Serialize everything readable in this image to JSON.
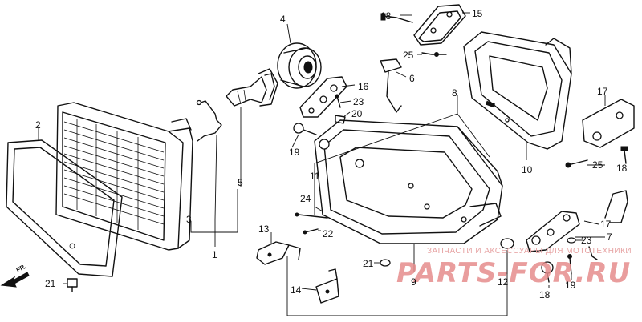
{
  "diagram": {
    "part_callouts": [
      {
        "id": "c1",
        "text": "1"
      },
      {
        "id": "c2",
        "text": "2"
      },
      {
        "id": "c3",
        "text": "3"
      },
      {
        "id": "c4",
        "text": "4"
      },
      {
        "id": "c5",
        "text": "5"
      },
      {
        "id": "c6",
        "text": "6"
      },
      {
        "id": "c7",
        "text": "7"
      },
      {
        "id": "c8",
        "text": "8"
      },
      {
        "id": "c9",
        "text": "9"
      },
      {
        "id": "c10",
        "text": "10"
      },
      {
        "id": "c11a",
        "text": "11"
      },
      {
        "id": "c11b",
        "text": "11"
      },
      {
        "id": "c12a",
        "text": "12"
      },
      {
        "id": "c12b",
        "text": "12"
      },
      {
        "id": "c13",
        "text": "13"
      },
      {
        "id": "c14",
        "text": "14"
      },
      {
        "id": "c15",
        "text": "15"
      },
      {
        "id": "c16",
        "text": "16"
      },
      {
        "id": "c17a",
        "text": "17"
      },
      {
        "id": "c17b",
        "text": "17"
      },
      {
        "id": "c18a",
        "text": "18"
      },
      {
        "id": "c18b",
        "text": "18"
      },
      {
        "id": "c19a",
        "text": "19"
      },
      {
        "id": "c19b",
        "text": "19"
      },
      {
        "id": "c20",
        "text": "20"
      },
      {
        "id": "c21",
        "text": "21"
      },
      {
        "id": "c22",
        "text": "22"
      },
      {
        "id": "c23a",
        "text": "23"
      },
      {
        "id": "c23b",
        "text": "23"
      },
      {
        "id": "c24",
        "text": "24"
      },
      {
        "id": "c25a",
        "text": "25"
      },
      {
        "id": "c25b",
        "text": "25"
      }
    ],
    "direction_marker": "FR.",
    "watermark": {
      "line": "ЗАПЧАСТИ И АКСЕССУАРЫ ДЛЯ МОТОТЕХНИКИ",
      "logo": "PARTS-FOR.RU"
    }
  }
}
